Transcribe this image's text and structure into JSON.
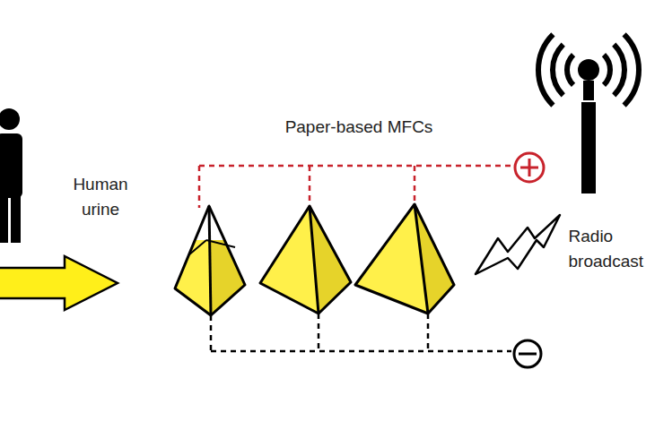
{
  "diagram": {
    "labels": [
      "Human urine",
      "Paper-based MFCs",
      "Radio broadcast"
    ]
  }
}
